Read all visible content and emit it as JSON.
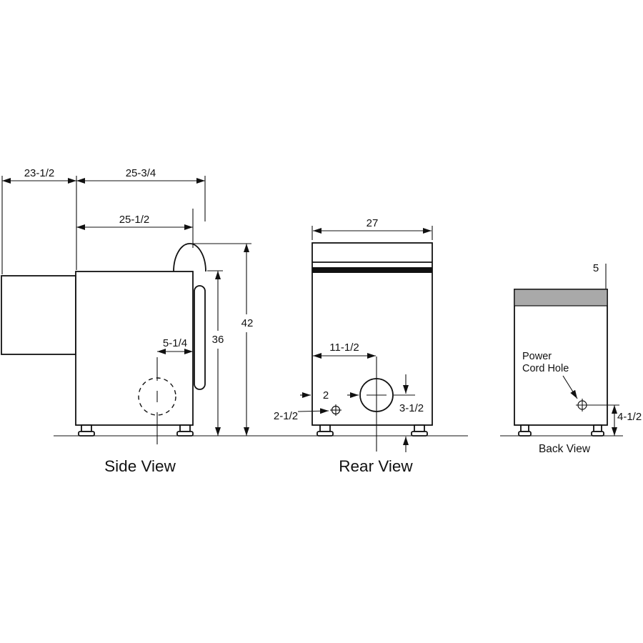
{
  "colors": {
    "line": "#111111",
    "shaded_band": "#a9a9a9"
  },
  "views": {
    "side": {
      "label": "Side View",
      "dim_depth_door": "23-1/2",
      "dim_top_depth": "25-3/4",
      "dim_body_depth": "25-1/2",
      "dim_total_height": "42",
      "dim_body_height": "36",
      "dim_exhaust_offset": "5-1/4"
    },
    "rear": {
      "label": "Rear View",
      "dim_width": "27",
      "dim_exhaust_from_left": "11-1/2",
      "dim_small_offset": "2",
      "dim_cord_offset": "2-1/2",
      "dim_exhaust_height": "3-1/2"
    },
    "back": {
      "label": "Back View",
      "callout_power": "Power",
      "callout_cord_hole": "Cord Hole",
      "dim_cord_from_side": "5",
      "dim_cord_height": "4-1/2"
    }
  }
}
